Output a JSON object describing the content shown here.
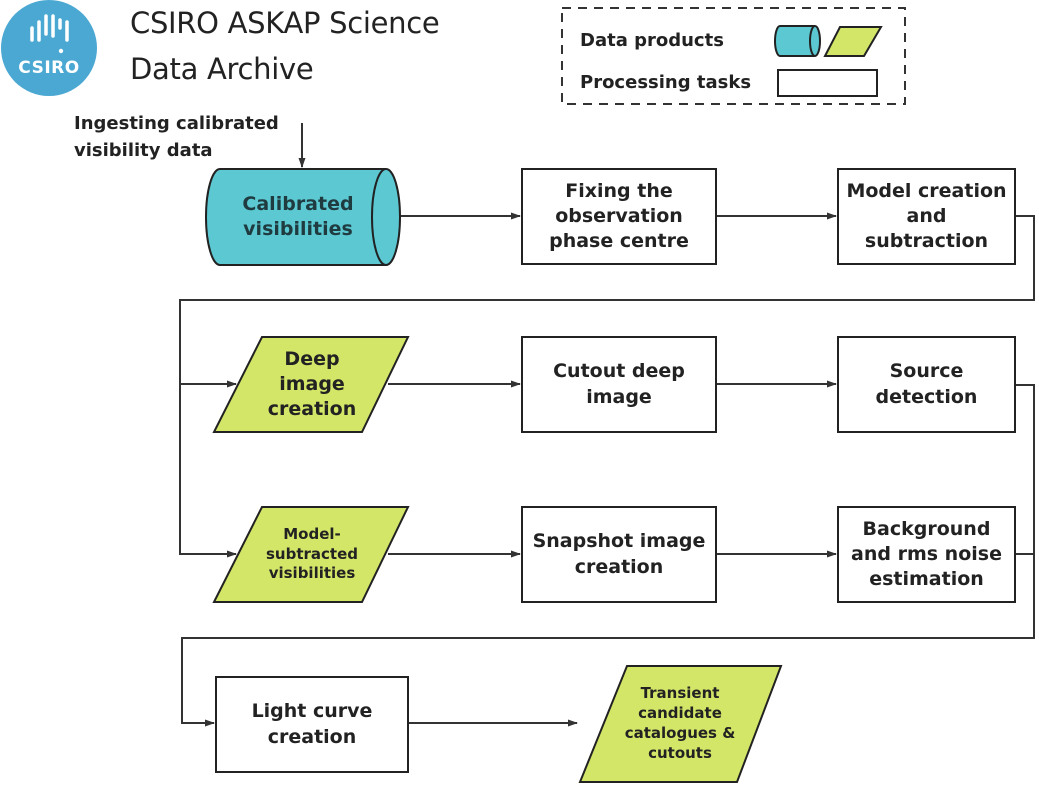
{
  "header": {
    "logo_text": "CSIRO",
    "title_line1": "CSIRO ASKAP Science",
    "title_line2": "Data Archive"
  },
  "legend": {
    "data_products_label": "Data products",
    "processing_tasks_label": "Processing tasks"
  },
  "colors": {
    "data_product_cylinder": "#5bc8d2",
    "data_product_parallelogram": "#d4e668",
    "processing_task": "#ffffff",
    "logo": "#4ba8d3",
    "line": "#333333"
  },
  "input_label": {
    "line1": "Ingesting calibrated",
    "line2": "visibility data"
  },
  "nodes": {
    "calibrated_visibilities": {
      "type": "data-product-cylinder",
      "line1": "Calibrated",
      "line2": "visibilities"
    },
    "fixing_phase_centre": {
      "type": "processing-task",
      "line1": "Fixing the",
      "line2": "observation",
      "line3": "phase centre"
    },
    "model_creation": {
      "type": "processing-task",
      "line1": "Model creation",
      "line2": "and",
      "line3": "subtraction"
    },
    "deep_image_creation": {
      "type": "data-product-parallelogram",
      "line1": "Deep",
      "line2": "image",
      "line3": "creation"
    },
    "cutout_deep_image": {
      "type": "processing-task",
      "line1": "Cutout deep",
      "line2": "image"
    },
    "source_detection": {
      "type": "processing-task",
      "line1": "Source",
      "line2": "detection"
    },
    "model_subtracted_visibilities": {
      "type": "data-product-parallelogram",
      "line1": "Model-",
      "line2": "subtracted",
      "line3": "visibilities"
    },
    "snapshot_image_creation": {
      "type": "processing-task",
      "line1": "Snapshot image",
      "line2": "creation"
    },
    "background_rms": {
      "type": "processing-task",
      "line1": "Background",
      "line2": "and rms noise",
      "line3": "estimation"
    },
    "light_curve_creation": {
      "type": "processing-task",
      "line1": "Light curve",
      "line2": "creation"
    },
    "transient_catalogues": {
      "type": "data-product-parallelogram",
      "line1": "Transient",
      "line2": "candidate",
      "line3": "catalogues &",
      "line4": "cutouts"
    }
  },
  "edges": [
    [
      "input",
      "calibrated_visibilities"
    ],
    [
      "calibrated_visibilities",
      "fixing_phase_centre"
    ],
    [
      "fixing_phase_centre",
      "model_creation"
    ],
    [
      "model_creation",
      "deep_image_creation"
    ],
    [
      "model_creation",
      "model_subtracted_visibilities"
    ],
    [
      "deep_image_creation",
      "cutout_deep_image"
    ],
    [
      "cutout_deep_image",
      "source_detection"
    ],
    [
      "model_subtracted_visibilities",
      "snapshot_image_creation"
    ],
    [
      "snapshot_image_creation",
      "background_rms"
    ],
    [
      "source_detection",
      "light_curve_creation"
    ],
    [
      "background_rms",
      "light_curve_creation"
    ],
    [
      "light_curve_creation",
      "transient_catalogues"
    ]
  ]
}
